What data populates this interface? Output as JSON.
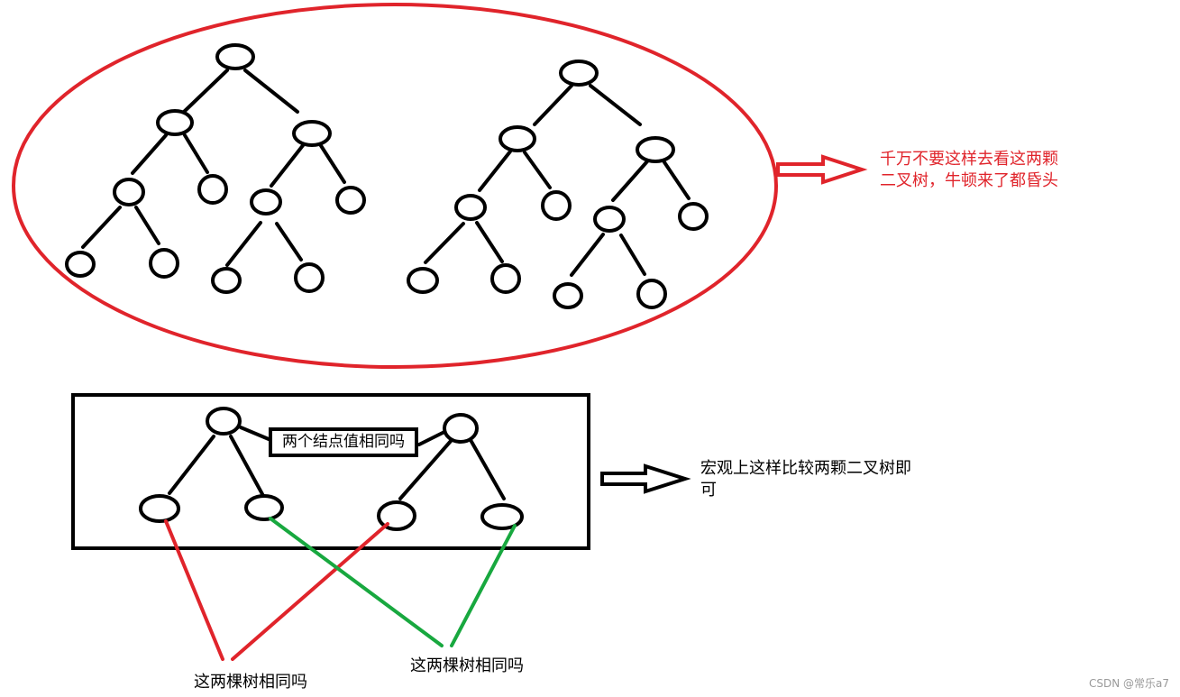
{
  "diagram": {
    "warning_note": "千万不要这样去看这两颗二叉树，牛顿来了都昏头",
    "macro_note": "宏观上这样比较两颗二叉树即可",
    "middle_box_label": "两个结点值相同吗",
    "bottom_question_left": "这两棵树相同吗",
    "bottom_question_right": "这两棵树相同吗",
    "watermark": "CSDN @常乐a7"
  },
  "colors": {
    "ink": "#000000",
    "red": "#e0242b",
    "green": "#18a83f",
    "watermark": "#9a9a9a"
  }
}
